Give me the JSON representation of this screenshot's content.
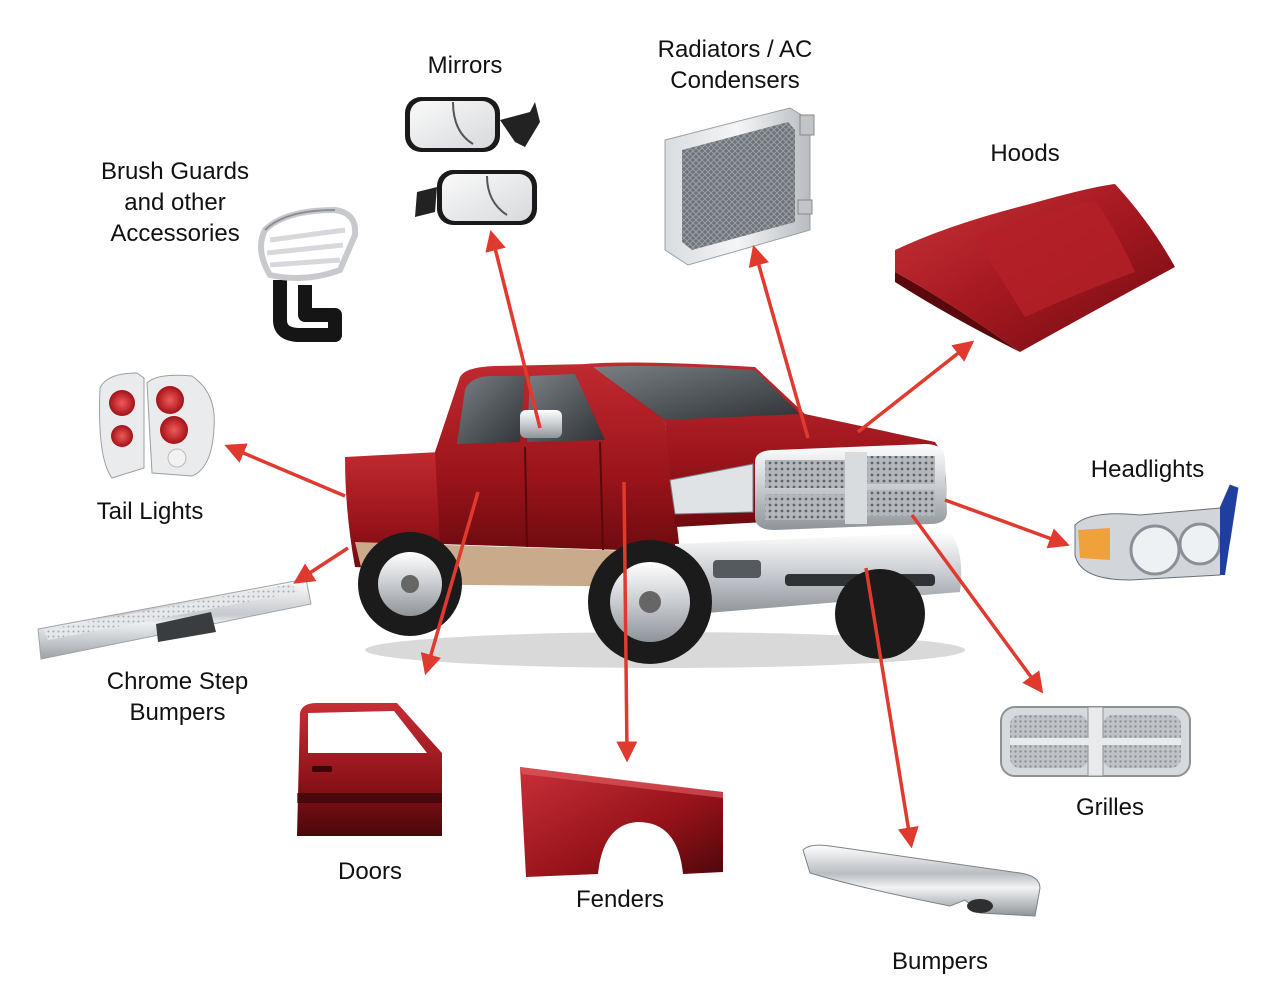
{
  "labels": {
    "mirrors": "Mirrors",
    "radiators_line1": "Radiators / AC",
    "radiators_line2": "Condensers",
    "hoods": "Hoods",
    "brush_guards_line1": "Brush Guards",
    "brush_guards_line2": "and other",
    "brush_guards_line3": "Accessories",
    "tail_lights": "Tail Lights",
    "headlights": "Headlights",
    "chrome_step_line1": "Chrome Step",
    "chrome_step_line2": "Bumpers",
    "doors": "Doors",
    "fenders": "Fenders",
    "grilles": "Grilles",
    "bumpers": "Bumpers"
  },
  "colors": {
    "arrow": "#e03a2f",
    "truck_red": "#a8161c",
    "truck_dark_red": "#6d0b10",
    "chrome": "#c9ccd1",
    "tan": "#c9ab8c",
    "text": "#111111"
  },
  "icons": {
    "truck": "pickup-truck-illustration",
    "mirror": "side-mirror-icon",
    "radiator": "radiator-icon",
    "hood": "hood-icon",
    "brush_guard": "brush-guard-icon",
    "tail_light": "tail-light-icon",
    "headlight": "headlight-icon",
    "step_bumper": "chrome-step-bumper-icon",
    "door": "door-icon",
    "fender": "fender-icon",
    "grille": "grille-icon",
    "bumper": "front-bumper-icon"
  }
}
